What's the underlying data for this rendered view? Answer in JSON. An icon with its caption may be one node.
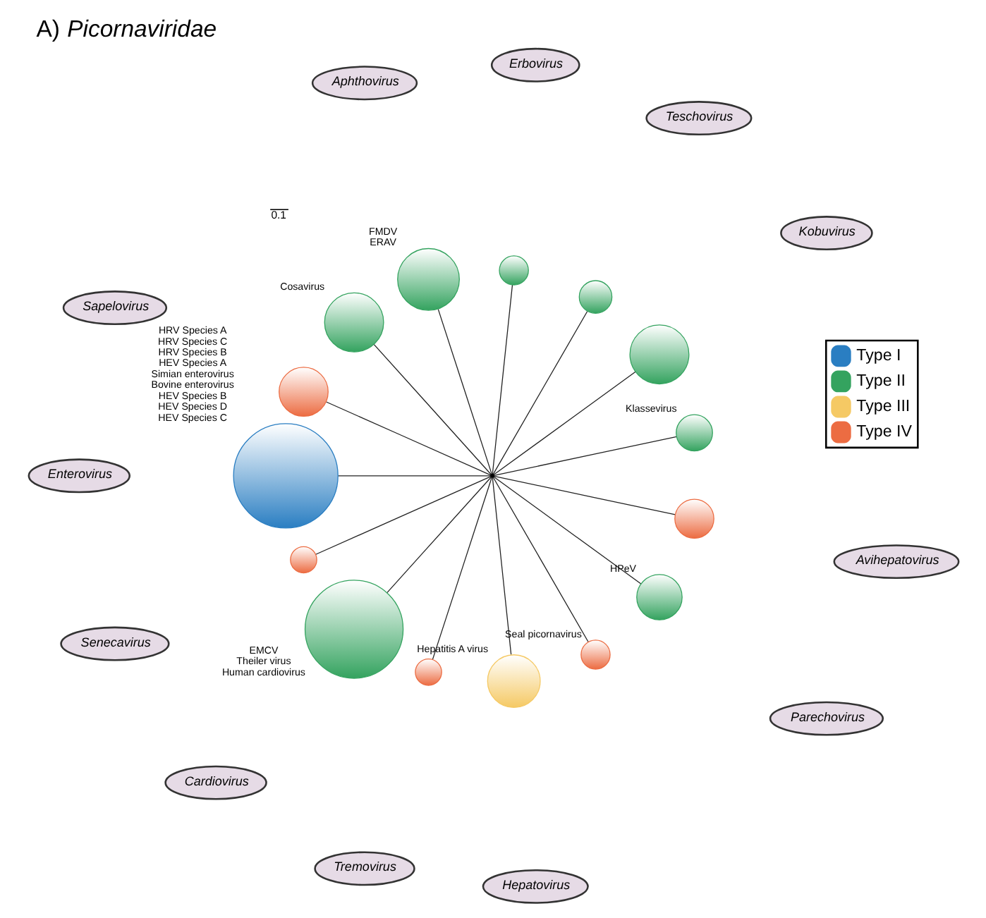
{
  "diagram": {
    "title": "A) *Picornaviridae*",
    "nodes": [
      {
        "text": [],
        "shape": "point"
      },
      {
        "text": [
          "Teschovirus"
        ]
      },
      {
        "text": [
          "Erbovirus"
        ]
      },
      {
        "text": [
          "Aphthovirus"
        ]
      },
      {
        "text": [
          "Kobuvirus"
        ]
      },
      {
        "text": [
          "Sapelovirus"
        ]
      },
      {
        "text": [
          "Enterovirus"
        ]
      },
      {
        "text": [
          "Tremovirus"
        ]
      },
      {
        "text": [
          "Hepatovirus"
        ]
      },
      {
        "text": [
          "Parechovirus"
        ]
      },
      {
        "text": [
          "Avihepatovirus"
        ]
      },
      {
        "text": [
          "Cardiovirus"
        ]
      },
      {
        "text": [
          "Senecavirus"
        ]
      },
      {
        "text": [],
        "shape": "circle",
        "beside": [
          "Klassevirus"
        ]
      },
      {
        "text": [],
        "shape": "circle"
      },
      {
        "text": [],
        "shape": "circle"
      },
      {
        "text": [],
        "shape": "circle"
      },
      {
        "text": [],
        "shape": "circle",
        "beside": [
          "FMDV",
          "ERAV"
        ]
      },
      {
        "text": [],
        "shape": "circle",
        "beside": [
          "Cosavirus"
        ]
      },
      {
        "text": [],
        "shape": "circle"
      },
      {
        "text": [],
        "shape": "circle",
        "beside": [
          "HRV Species A",
          "HRV Species C",
          "HRV Species B",
          "HEV Species A",
          "Simian enterovirus",
          "Bovine enterovirus",
          "HEV Species B",
          "HEV Species D",
          "HEV Species C"
        ]
      },
      {
        "text": [],
        "shape": "circle"
      },
      {
        "text": [],
        "shape": "circle",
        "beside": [
          "EMCV",
          "Theiler virus",
          "Human cardiovirus"
        ]
      },
      {
        "text": [],
        "shape": "circle"
      },
      {
        "text": [],
        "shape": "circle",
        "beside": [
          "Hepatitis A virus"
        ]
      },
      {
        "text": [],
        "shape": "circle",
        "beside": [
          "Seal picornavirus"
        ]
      },
      {
        "text": [],
        "shape": "circle",
        "beside": [
          "HPeV"
        ]
      },
      {
        "text": [],
        "shape": "circle"
      }
    ],
    "edges": [
      {
        "from": 0,
        "to": 13,
        "arrow": "none"
      },
      {
        "from": 0,
        "to": 14,
        "arrow": "none"
      },
      {
        "from": 0,
        "to": 15,
        "arrow": "none"
      },
      {
        "from": 0,
        "to": 16,
        "arrow": "none"
      },
      {
        "from": 0,
        "to": 17,
        "arrow": "none"
      },
      {
        "from": 0,
        "to": 18,
        "arrow": "none"
      },
      {
        "from": 0,
        "to": 19,
        "arrow": "none"
      },
      {
        "from": 0,
        "to": 20,
        "arrow": "none"
      },
      {
        "from": 0,
        "to": 21,
        "arrow": "none"
      },
      {
        "from": 0,
        "to": 22,
        "arrow": "none"
      },
      {
        "from": 0,
        "to": 23,
        "arrow": "none"
      },
      {
        "from": 0,
        "to": 24,
        "arrow": "none"
      },
      {
        "from": 0,
        "to": 25,
        "arrow": "none"
      },
      {
        "from": 0,
        "to": 26,
        "arrow": "none"
      },
      {
        "from": 0,
        "to": 27,
        "arrow": "none"
      }
    ],
    "labels": [
      "0.1"
    ],
    "legend": [
      {
        "text": "Type I",
        "color": "#2a7ec2"
      },
      {
        "text": "Type II",
        "color": "#34a35f"
      },
      {
        "text": "Type III",
        "color": "#f5c964"
      },
      {
        "text": "Type IV",
        "color": "#ec6c42"
      }
    ]
  }
}
